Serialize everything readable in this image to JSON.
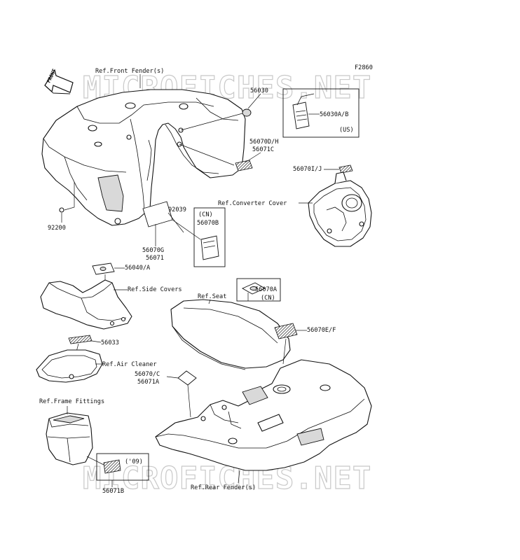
{
  "figure_id": "F2860",
  "front_marker": "FRONT",
  "watermarks": [
    "MICROFICHES.NET",
    "MICROFICHES.NET"
  ],
  "labels": {
    "ref_front_fender": "Ref.Front Fender(s)",
    "p56030": "56030",
    "p56030ab": "56030A/B",
    "us": "(US)",
    "p56070dh": "56070D/H",
    "p56071c": "56071C",
    "p56070ij": "56070I/J",
    "ref_converter_cover": "Ref.Converter Cover",
    "p92039": "92039",
    "cn1": "(CN)",
    "p56070b": "56070B",
    "p56070g": "56070G",
    "p56071": "56071",
    "p92200": "92200",
    "p56040a": "56040/A",
    "ref_side_covers": "Ref.Side Covers",
    "ref_seat": "Ref.Seat",
    "p56070a": "56070A",
    "cn2": "(CN)",
    "p56033": "56033",
    "p56070ef": "56070E/F",
    "ref_air_cleaner": "Ref.Air Cleaner",
    "p56070c": "56070/C",
    "p56071a": "56071A",
    "ref_frame_fittings": "Ref.Frame Fittings",
    "y09": "('09)",
    "p56071b": "56071B",
    "ref_rear_fender": "Ref.Rear Fender(s)"
  }
}
